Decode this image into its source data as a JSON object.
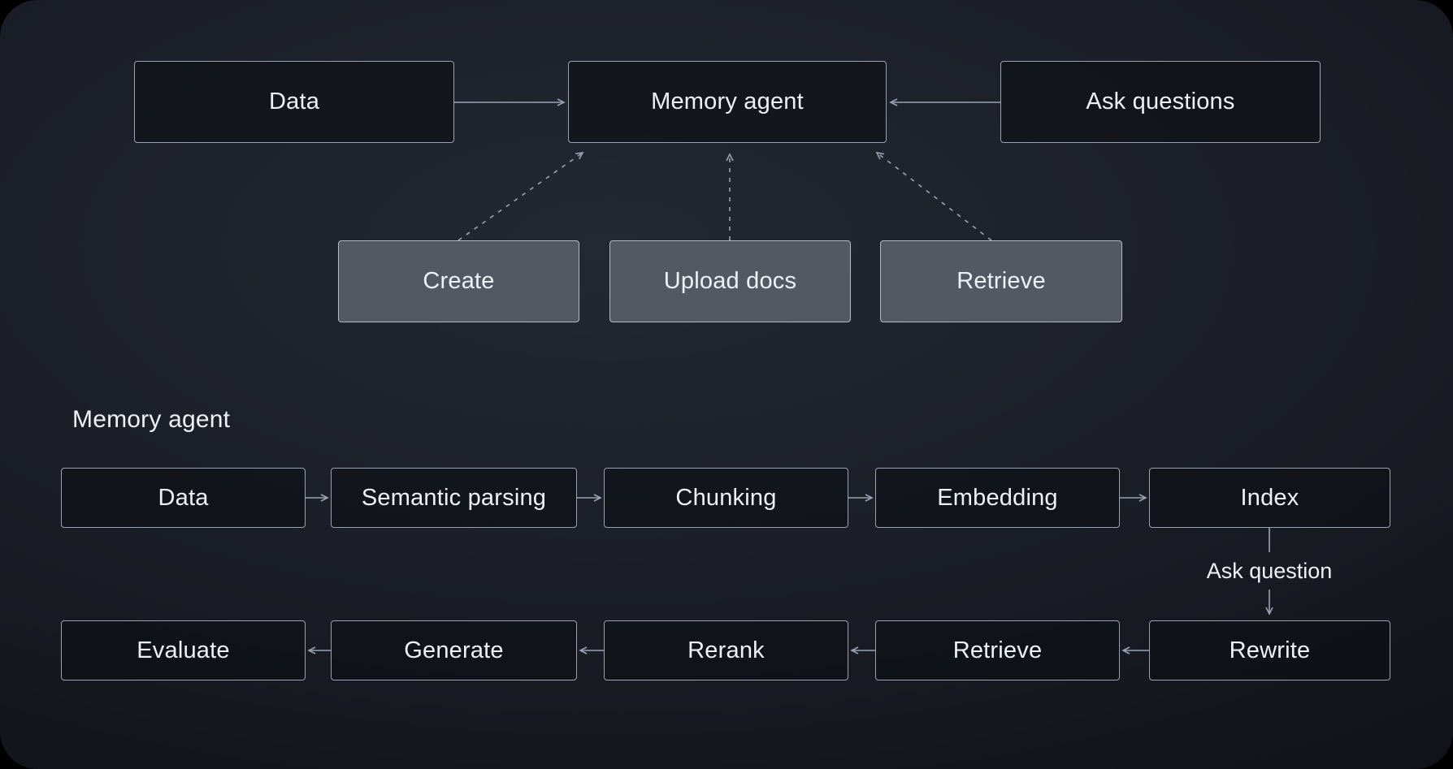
{
  "overview": {
    "data": "Data",
    "memory_agent": "Memory agent",
    "ask_questions": "Ask questions",
    "create": "Create",
    "upload_docs": "Upload docs",
    "retrieve": "Retrieve"
  },
  "pipeline": {
    "heading": "Memory agent",
    "ingest": [
      "Data",
      "Semantic parsing",
      "Chunking",
      "Embedding",
      "Index"
    ],
    "ask_question": "Ask question",
    "answer": [
      "Evaluate",
      "Generate",
      "Rerank",
      "Retrieve",
      "Rewrite"
    ]
  },
  "colors": {
    "panel_background": "#1a1d25",
    "node_dark_fill": "#0d0f14",
    "node_light_fill": "#525963",
    "node_border": "#99a2b4",
    "arrow": "#9aa3b5",
    "text": "#eef1f5"
  }
}
